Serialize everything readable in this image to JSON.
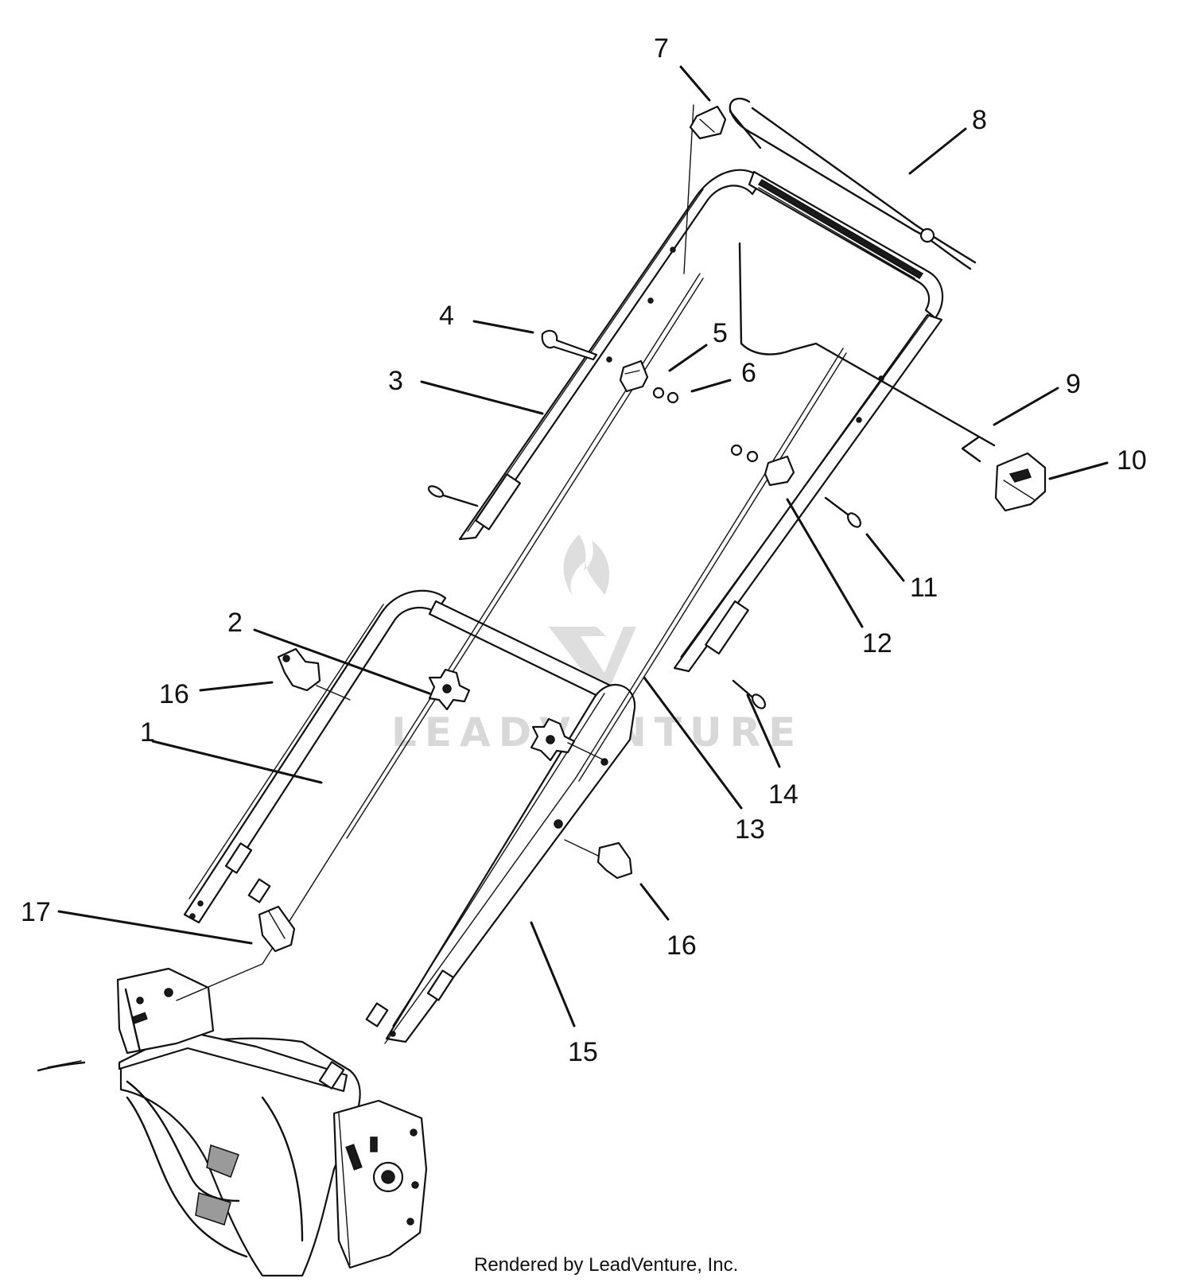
{
  "callouts": [
    {
      "id": "c1",
      "label": "1"
    },
    {
      "id": "c2",
      "label": "2"
    },
    {
      "id": "c3",
      "label": "3"
    },
    {
      "id": "c4",
      "label": "4"
    },
    {
      "id": "c5",
      "label": "5"
    },
    {
      "id": "c6",
      "label": "6"
    },
    {
      "id": "c7",
      "label": "7"
    },
    {
      "id": "c8",
      "label": "8"
    },
    {
      "id": "c9",
      "label": "9"
    },
    {
      "id": "c10",
      "label": "10"
    },
    {
      "id": "c11",
      "label": "11"
    },
    {
      "id": "c12",
      "label": "12"
    },
    {
      "id": "c13",
      "label": "13"
    },
    {
      "id": "c14",
      "label": "14"
    },
    {
      "id": "c15",
      "label": "15"
    },
    {
      "id": "c16a",
      "label": "16"
    },
    {
      "id": "c16b",
      "label": "16"
    },
    {
      "id": "c17",
      "label": "17"
    }
  ],
  "watermark": "LEADVENTURE",
  "footer": "Rendered by LeadVenture, Inc."
}
